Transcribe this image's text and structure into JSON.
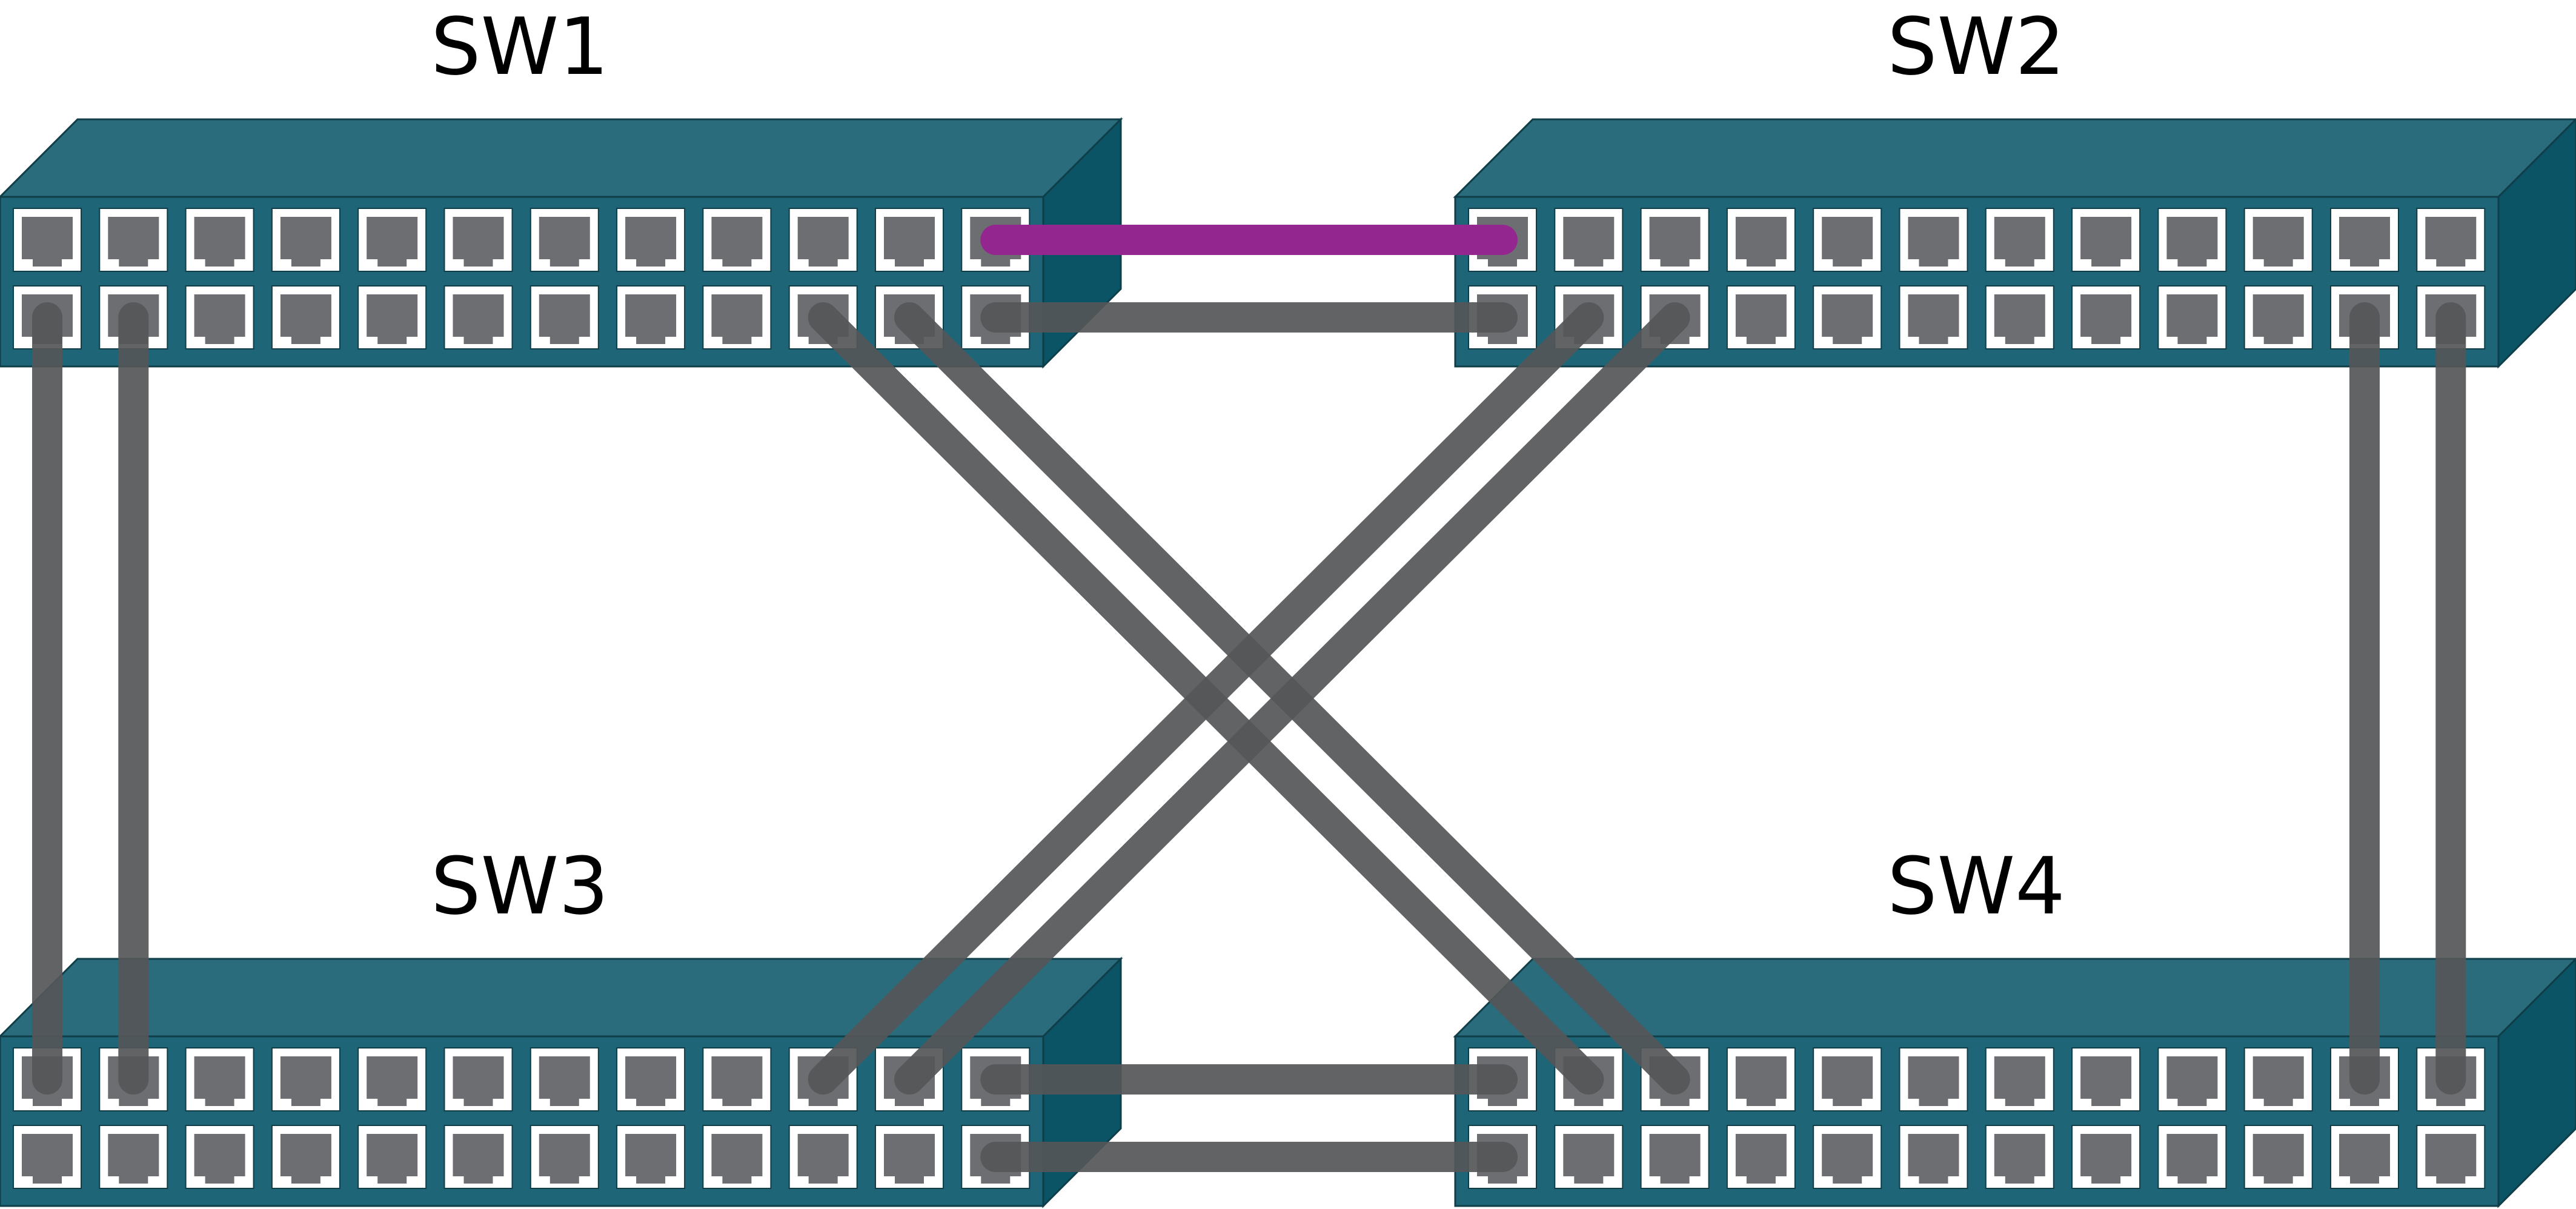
{
  "switches": [
    {
      "id": "sw1",
      "label": "SW1"
    },
    {
      "id": "sw2",
      "label": "SW2"
    },
    {
      "id": "sw3",
      "label": "SW3"
    },
    {
      "id": "sw4",
      "label": "SW4"
    }
  ],
  "ports_per_row": 12,
  "port_rows": 2,
  "links": [
    {
      "from": "sw1",
      "from_port": "top-12",
      "to": "sw2",
      "to_port": "top-1",
      "color": "#93278f"
    },
    {
      "from": "sw1",
      "from_port": "bottom-12",
      "to": "sw2",
      "to_port": "bottom-1",
      "color": "#555658"
    },
    {
      "from": "sw3",
      "from_port": "top-12",
      "to": "sw4",
      "to_port": "top-1",
      "color": "#555658"
    },
    {
      "from": "sw3",
      "from_port": "bottom-12",
      "to": "sw4",
      "to_port": "bottom-1",
      "color": "#555658"
    },
    {
      "from": "sw1",
      "from_port": "bottom-1",
      "to": "sw3",
      "to_port": "top-1",
      "color": "#555658"
    },
    {
      "from": "sw1",
      "from_port": "bottom-2",
      "to": "sw3",
      "to_port": "top-2",
      "color": "#555658"
    },
    {
      "from": "sw2",
      "from_port": "bottom-11",
      "to": "sw4",
      "to_port": "top-11",
      "color": "#555658"
    },
    {
      "from": "sw2",
      "from_port": "bottom-12",
      "to": "sw4",
      "to_port": "top-12",
      "color": "#555658"
    },
    {
      "from": "sw1",
      "from_port": "bottom-10",
      "to": "sw4",
      "to_port": "top-2",
      "color": "#555658"
    },
    {
      "from": "sw1",
      "from_port": "bottom-11",
      "to": "sw4",
      "to_port": "top-3",
      "color": "#555658"
    },
    {
      "from": "sw2",
      "from_port": "bottom-2",
      "to": "sw3",
      "to_port": "top-10",
      "color": "#555658"
    },
    {
      "from": "sw2",
      "from_port": "bottom-3",
      "to": "sw3",
      "to_port": "top-11",
      "color": "#555658"
    }
  ],
  "colors": {
    "switch_top": "#2a6b7c",
    "switch_front": "#1e6677",
    "switch_side": "#0a5466",
    "port_frame": "#ffffff",
    "port_fill": "#6d6e71",
    "cable": "#555658",
    "highlight_link": "#93278f"
  }
}
